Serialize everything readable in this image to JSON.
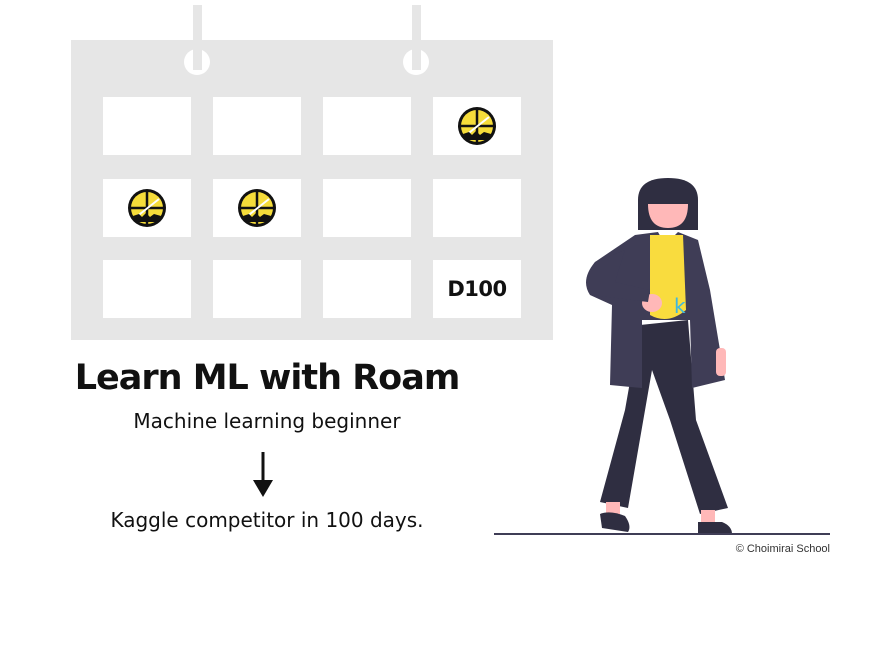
{
  "calendar": {
    "background_color": "#e6e6e6",
    "rows": [
      [
        {
          "icon": null,
          "label": ""
        },
        {
          "icon": null,
          "label": ""
        },
        {
          "icon": null,
          "label": ""
        },
        {
          "icon": "kaggle-medal-icon",
          "label": ""
        }
      ],
      [
        {
          "icon": "kaggle-medal-icon",
          "label": ""
        },
        {
          "icon": "kaggle-medal-icon",
          "label": ""
        },
        {
          "icon": null,
          "label": ""
        },
        {
          "icon": null,
          "label": ""
        }
      ],
      [
        {
          "icon": null,
          "label": ""
        },
        {
          "icon": null,
          "label": ""
        },
        {
          "icon": null,
          "label": ""
        },
        {
          "icon": null,
          "label": "D100"
        }
      ]
    ],
    "day_label": "D100"
  },
  "headline": {
    "title": "Learn ML with Roam",
    "from_text": "Machine learning beginner",
    "arrow_icon": "arrow-down-icon",
    "to_text": "Kaggle competitor in 100 days."
  },
  "illustration": {
    "shirt_letter": "k",
    "colors": {
      "hair": "#2f2e41",
      "skin": "#ffb8b8",
      "coat": "#3f3d56",
      "pants": "#2f2e41",
      "shirt": "#f9dc3e",
      "letter": "#3fb7e0",
      "medal_yellow": "#f5dc3a"
    }
  },
  "footer": {
    "credit": "© Choimirai School"
  }
}
